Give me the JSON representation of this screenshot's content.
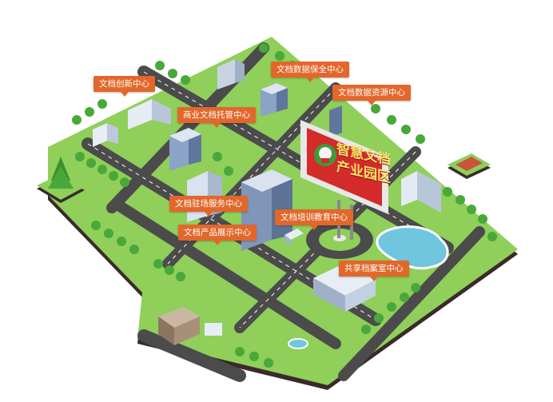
{
  "colors": {
    "accent": "#e2672a",
    "grass": "#8fcf5a",
    "road": "#4b4b4b",
    "billboard": "#d32a2a",
    "billboard_text": "#ffe36a",
    "water": "#6fc6de"
  },
  "billboard": {
    "line1": "智慧文档",
    "line2": "产业园区"
  },
  "callouts": [
    {
      "id": "innovation",
      "label": "文档创新中心"
    },
    {
      "id": "data-security",
      "label": "文档数据保全中心"
    },
    {
      "id": "data-resource",
      "label": "文档数据资源中心"
    },
    {
      "id": "commercial-hosting",
      "label": "商业文档托管中心"
    },
    {
      "id": "onsite-service",
      "label": "文档驻场服务中心"
    },
    {
      "id": "training",
      "label": "文档培训教育中心"
    },
    {
      "id": "product-display",
      "label": "文档产品展示中心"
    },
    {
      "id": "shared-archive",
      "label": "共享档案室中心"
    }
  ]
}
